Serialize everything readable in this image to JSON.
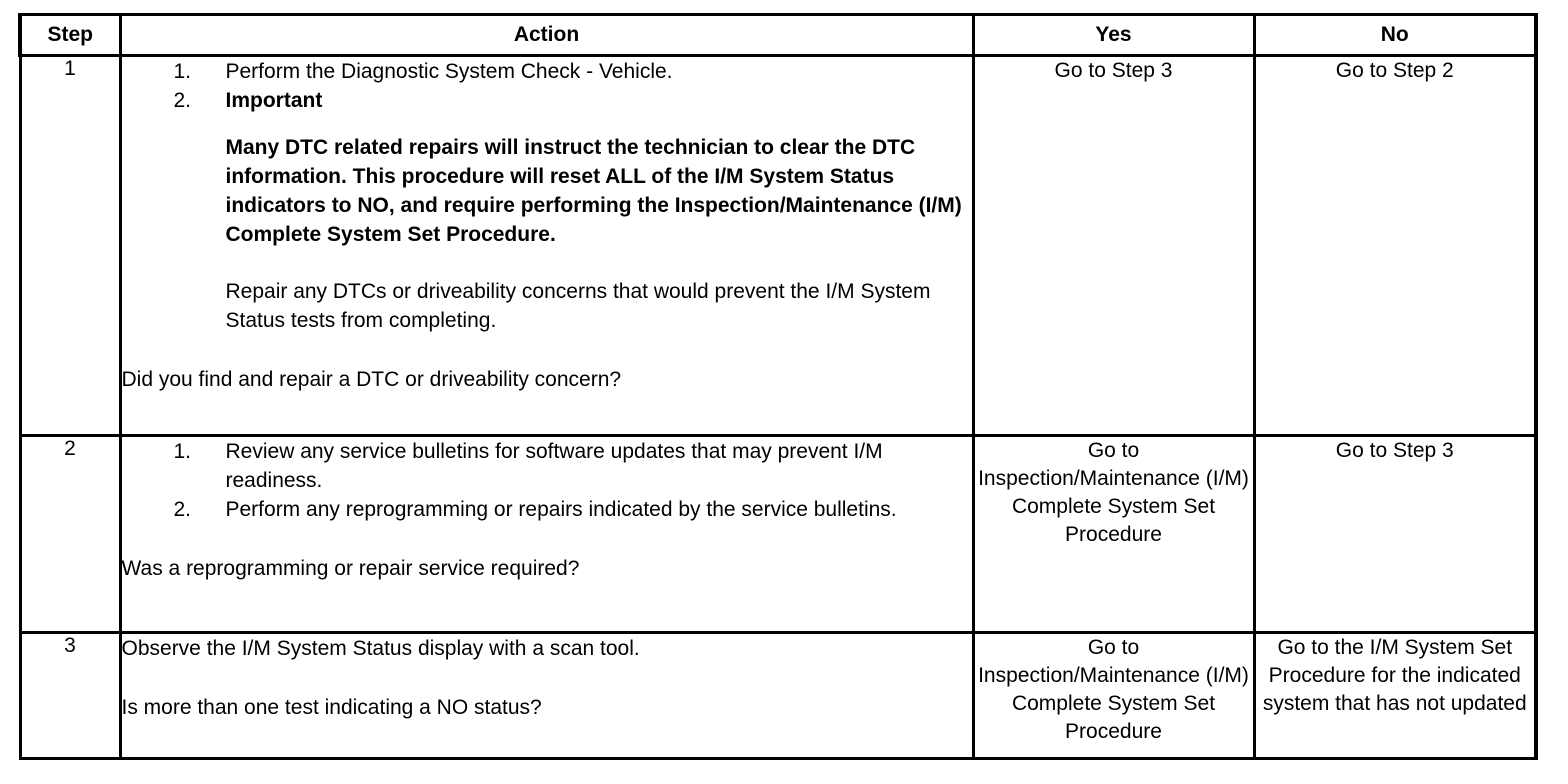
{
  "document": {
    "type": "diagnostic-procedure-table",
    "columns": [
      "Step",
      "Action",
      "Yes",
      "No"
    ]
  },
  "header": {
    "step": "Step",
    "action": "Action",
    "yes": "Yes",
    "no": "No"
  },
  "rows": [
    {
      "step": "1",
      "list": [
        {
          "marker": "1.",
          "text": "Perform the Diagnostic System Check - Vehicle.",
          "bold": false
        },
        {
          "marker": "2.",
          "text": "Important",
          "bold": true
        }
      ],
      "important_note": "Many DTC related repairs will instruct the technician to clear the DTC information. This procedure will reset ALL of the I/M System Status indicators to NO, and require performing the Inspection/Maintenance (I/M) Complete System Set Procedure.",
      "body_text": "Repair any DTCs or driveability concerns that would prevent the I/M System Status tests from completing.",
      "question": "Did you find and repair a DTC or driveability concern?",
      "yes": "Go to Step 3",
      "no": "Go to Step 2"
    },
    {
      "step": "2",
      "list": [
        {
          "marker": "1.",
          "text": "Review any service bulletins for software updates that may prevent I/M readiness.",
          "bold": false
        },
        {
          "marker": "2.",
          "text": "Perform any reprogramming or repairs indicated by the service bulletins.",
          "bold": false
        }
      ],
      "question": "Was a reprogramming or repair service required?",
      "yes": "Go to Inspection/Maintenance (I/M) Complete System Set Procedure",
      "no": "Go to Step 3"
    },
    {
      "step": "3",
      "lead": "Observe the I/M System Status display with a scan tool.",
      "question": "Is more than one test indicating a NO status?",
      "yes": "Go to Inspection/Maintenance (I/M) Complete System Set Procedure",
      "no": "Go to the I/M System Set Procedure for the indicated system that has not updated"
    }
  ]
}
